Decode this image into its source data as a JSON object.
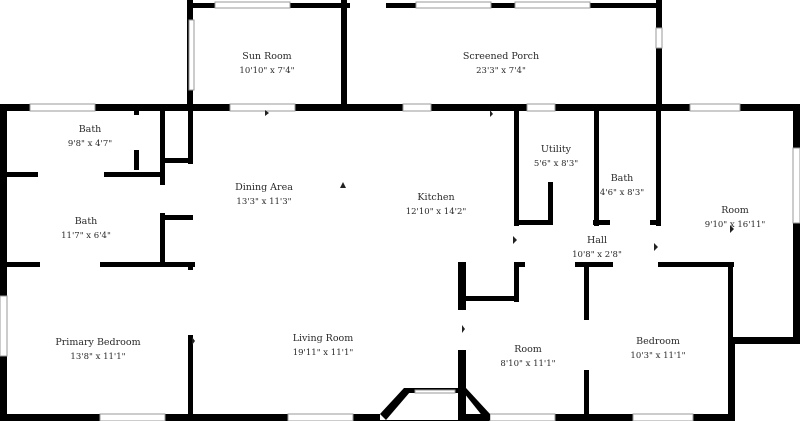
{
  "rooms": {
    "sun_room": {
      "name": "Sun Room",
      "dims": "10'10\" x 7'4\""
    },
    "screened_porch": {
      "name": "Screened Porch",
      "dims": "23'3\" x 7'4\""
    },
    "bath_top_left": {
      "name": "Bath",
      "dims": "9'8\" x 4'7\""
    },
    "bath_mid_left": {
      "name": "Bath",
      "dims": "11'7\" x 6'4\""
    },
    "dining_area": {
      "name": "Dining Area",
      "dims": "13'3\" x 11'3\""
    },
    "kitchen": {
      "name": "Kitchen",
      "dims": "12'10\" x 14'2\""
    },
    "utility": {
      "name": "Utility",
      "dims": "5'6\" x 8'3\""
    },
    "bath_right": {
      "name": "Bath",
      "dims": "4'6\" x 8'3\""
    },
    "room_right": {
      "name": "Room",
      "dims": "9'10\" x 16'11\""
    },
    "hall": {
      "name": "Hall",
      "dims": "10'8\" x 2'8\""
    },
    "primary_bedroom": {
      "name": "Primary Bedroom",
      "dims": "13'8\" x 11'1\""
    },
    "living_room": {
      "name": "Living Room",
      "dims": "19'11\" x 11'1\""
    },
    "room_bottom": {
      "name": "Room",
      "dims": "8'10\" x 11'1\""
    },
    "bedroom": {
      "name": "Bedroom",
      "dims": "10'3\" x 11'1\""
    }
  }
}
